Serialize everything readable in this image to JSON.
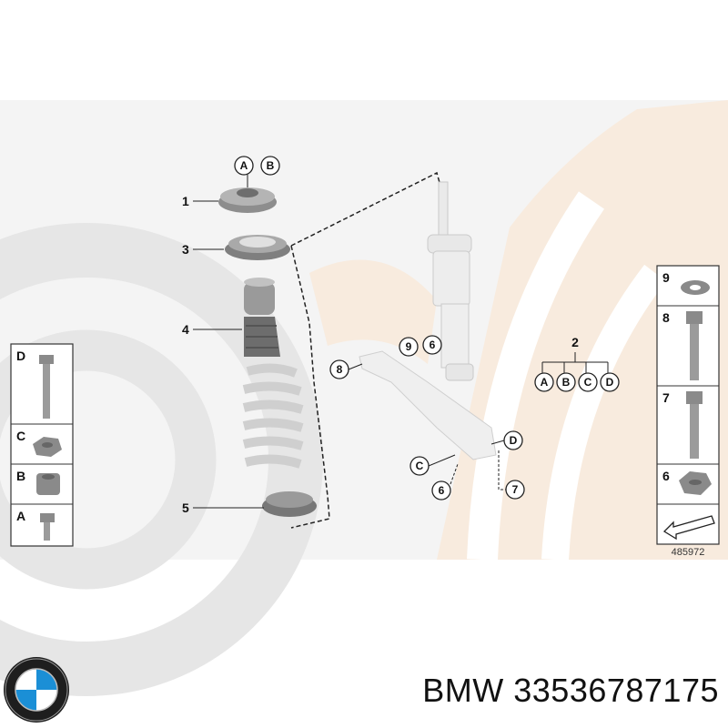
{
  "diagram": {
    "callouts_main": [
      "1",
      "3",
      "4",
      "5"
    ],
    "callout_top": [
      "A",
      "B"
    ],
    "callouts_center": [
      "9",
      "6",
      "8",
      "2",
      "C",
      "D",
      "6",
      "7"
    ],
    "kit_letters": [
      "A",
      "B",
      "C",
      "D"
    ],
    "left_panel": [
      "D",
      "C",
      "B",
      "A"
    ],
    "right_panel": [
      "9",
      "8",
      "7",
      "6"
    ],
    "diagram_number": "485972"
  },
  "footer": {
    "brand": "BMW",
    "part_number": "33536787175",
    "caption": "BMW 33536787175"
  },
  "colors": {
    "watermark_gray": "#ececec",
    "watermark_peach": "#f6e6d6",
    "part_gray": "#8a8a8a",
    "spring_light": "#f1f1f1",
    "bmw_blue": "#1b8fd6"
  }
}
